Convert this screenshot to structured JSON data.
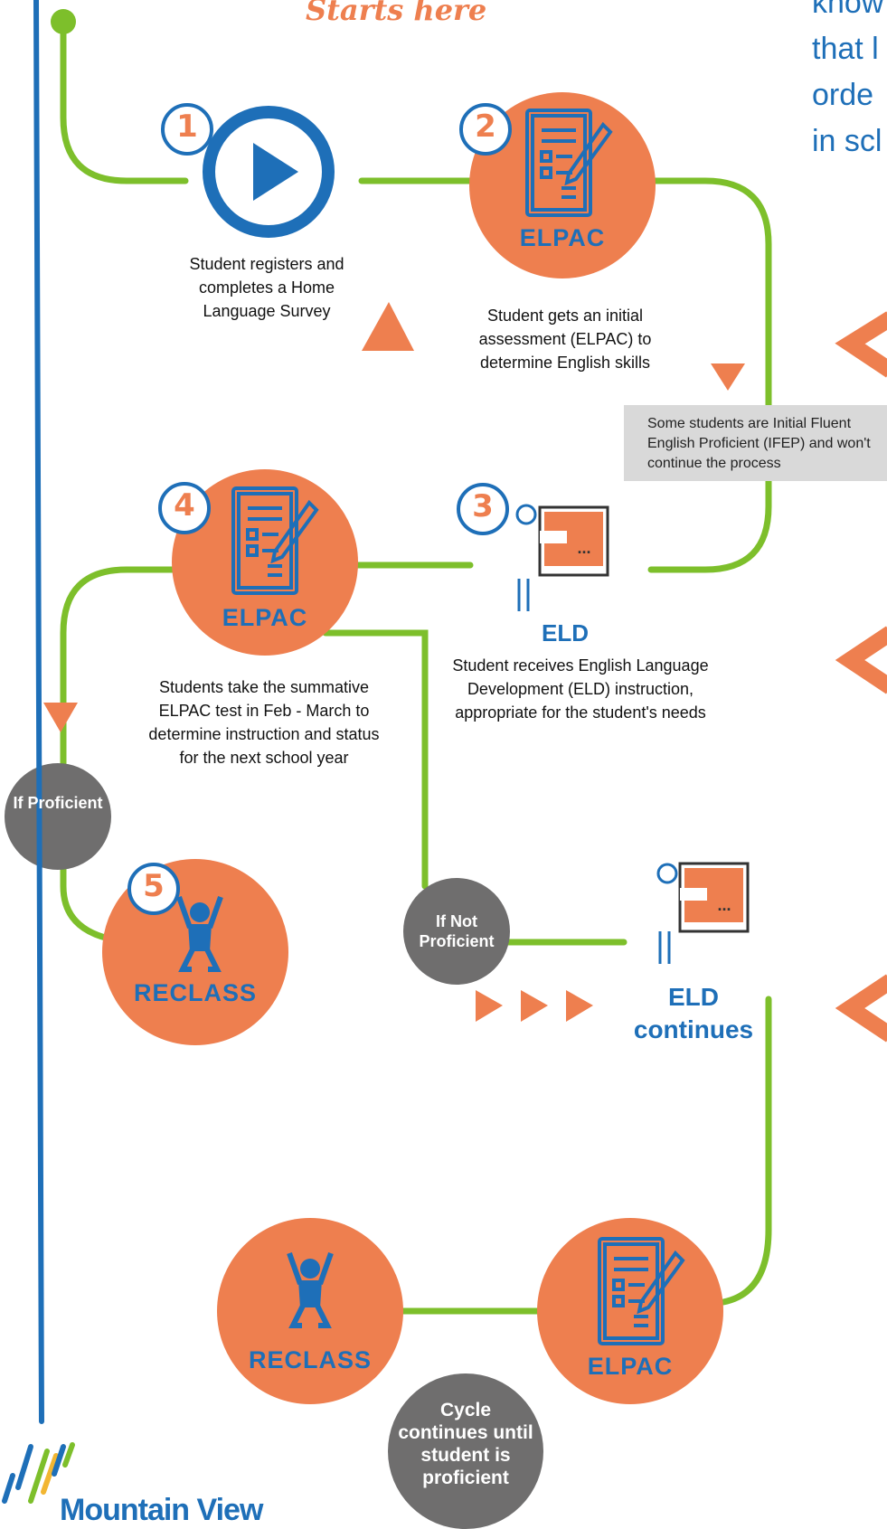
{
  "header": {
    "starts_here": "Starts here",
    "side_lines": [
      "know",
      "that l",
      "orde",
      "in scl"
    ]
  },
  "steps": {
    "s1": {
      "number": "1",
      "text": "Student registers and completes a Home Language Survey"
    },
    "s2": {
      "number": "2",
      "badge": "ELPAC",
      "text": "Student gets an initial assessment (ELPAC) to determine English skills"
    },
    "s3": {
      "number": "3",
      "badge": "ELD",
      "text": "Student receives English Language Development (ELD) instruction, appropriate for the student's needs"
    },
    "s4": {
      "number": "4",
      "badge": "ELPAC",
      "text": "Students take the summative ELPAC test in Feb - March to determine instruction and status for the next school year"
    },
    "s5": {
      "number": "5",
      "badge": "RECLASS"
    }
  },
  "note": {
    "text": "Some students are Initial Fluent English Proficient (IFEP) and won't continue the process"
  },
  "decisions": {
    "proficient": "If Proficient",
    "not_proficient": "If Not Proficient"
  },
  "continues": {
    "title": "ELD continues",
    "board_dots": "..."
  },
  "cycle": {
    "elpac": "ELPAC",
    "reclass": "RECLASS",
    "note": "Cycle continues until student is proficient"
  },
  "logo": {
    "text": "Mountain View"
  },
  "colors": {
    "green": "#7DBF2B",
    "orange": "#EE7F4F",
    "blue": "#1E6FB8",
    "gray": "#6F6E6E",
    "light_gray": "#d9d9d9"
  }
}
